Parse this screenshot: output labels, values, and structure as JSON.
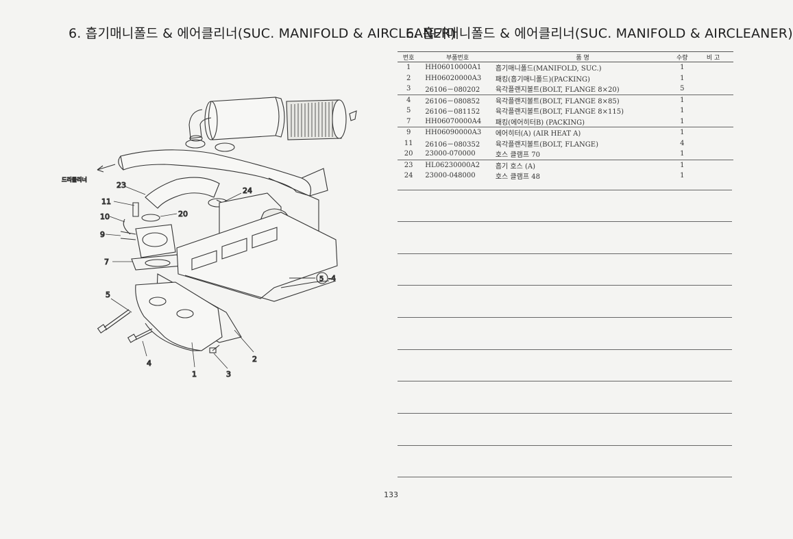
{
  "header": {
    "title_left": "6. 흡기매니폴드 & 에어클리너(SUC. MANIFOLD & AIRCLEANER)",
    "title_right": "6. 흡기매니폴드 & 에어클리너(SUC. MANIFOLD & AIRCLEANER)"
  },
  "diagram": {
    "labels": {
      "l23": "23",
      "l24": "24",
      "l11": "11",
      "l10": "10",
      "l20": "20",
      "l9": "9",
      "l7": "7",
      "l5": "5",
      "l4": "4",
      "l1": "1",
      "l3": "3",
      "l2": "2",
      "l5_4a": "5",
      "l5_4b": "-4",
      "air_cleaner": "드리클리너"
    }
  },
  "table": {
    "headers": {
      "no": "번호",
      "part": "부품번호",
      "name": "품    명",
      "qty": "수량",
      "remarks": "비  고"
    },
    "rows": [
      {
        "no": "1",
        "part": "HH06010000A1",
        "name": "흡기매니폴드(MANIFOLD, SUC.)",
        "qty": "1"
      },
      {
        "no": "2",
        "part": "HH06020000A3",
        "name": "패킹(흡기매니폴드)(PACKING)",
        "qty": "1"
      },
      {
        "no": "3",
        "part": "26106－080202",
        "name": "육각플랜지볼트(BOLT, FLANGE 8×20)",
        "qty": "5"
      },
      {
        "no": "4",
        "part": "26106－080852",
        "name": "육각플랜지볼트(BOLT, FLANGE 8×85)",
        "qty": "1"
      },
      {
        "no": "5",
        "part": "26106－081152",
        "name": "육각플랜지볼트(BOLT, FLANGE 8×115)",
        "qty": "1"
      },
      {
        "no": "7",
        "part": "HH06070000A4",
        "name": "패킹(에어히터B) (PACKING)",
        "qty": "1"
      },
      {
        "no": "9",
        "part": "HH06090000A3",
        "name": "에어히터(A) (AIR HEAT A)",
        "qty": "1"
      },
      {
        "no": "11",
        "part": "26106－080352",
        "name": "육각플랜지볼트(BOLT, FLANGE)",
        "qty": "4"
      },
      {
        "no": "20",
        "part": "23000-070000",
        "name": "호스 클램프 70",
        "qty": "1"
      },
      {
        "no": "23",
        "part": "HL06230000A2",
        "name": "흡기 호스 (A)",
        "qty": "1"
      },
      {
        "no": "24",
        "part": "23000-048000",
        "name": "호스 클램프 48",
        "qty": "1"
      }
    ]
  },
  "footer": {
    "page_number": "133"
  }
}
